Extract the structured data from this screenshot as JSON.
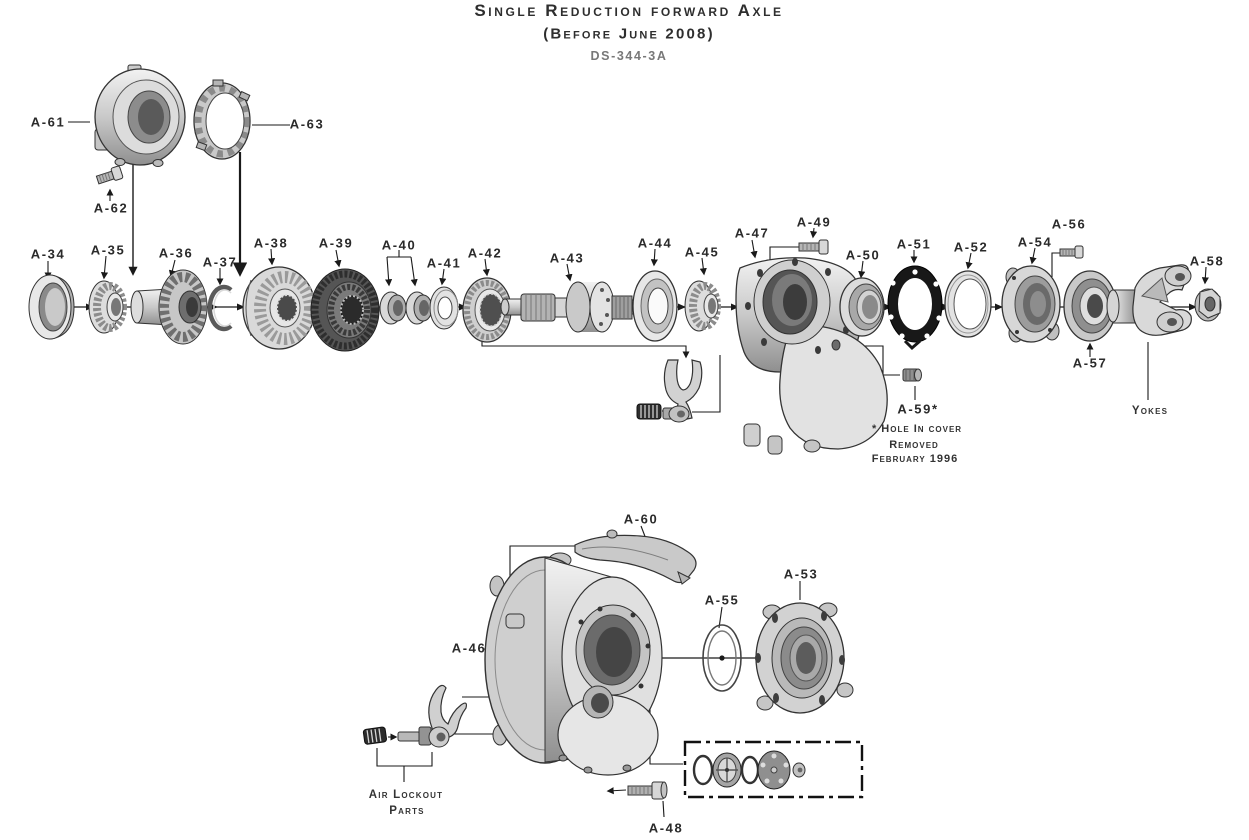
{
  "title": {
    "line1": "Single Reduction forward Axle",
    "line2": "(Before June 2008)",
    "line3": "DS-344-3A"
  },
  "part_labels": {
    "a34": "A-34",
    "a35": "A-35",
    "a36": "A-36",
    "a37": "A-37",
    "a38": "A-38",
    "a39": "A-39",
    "a40": "A-40",
    "a41": "A-41",
    "a42": "A-42",
    "a43": "A-43",
    "a44": "A-44",
    "a45": "A-45",
    "a46": "A-46",
    "a47": "A-47",
    "a48": "A-48",
    "a49": "A-49",
    "a50": "A-50",
    "a51": "A-51",
    "a52": "A-52",
    "a53": "A-53",
    "a54": "A-54",
    "a55": "A-55",
    "a56": "A-56",
    "a57": "A-57",
    "a58": "A-58",
    "a59": "A-59*",
    "a60": "A-60",
    "a61": "A-61",
    "a62": "A-62",
    "a63": "A-63"
  },
  "annotations": {
    "yokes": "Yokes",
    "note_line1": "* Hole In cover",
    "note_line2": "Removed",
    "note_line3": "February 1996",
    "air_lockout_line1": "Air Lockout",
    "air_lockout_line2": "Parts"
  },
  "diagram": {
    "ink_color": "#1a1a1a",
    "paper_color": "#ffffff",
    "gasket_color": "#181818"
  }
}
